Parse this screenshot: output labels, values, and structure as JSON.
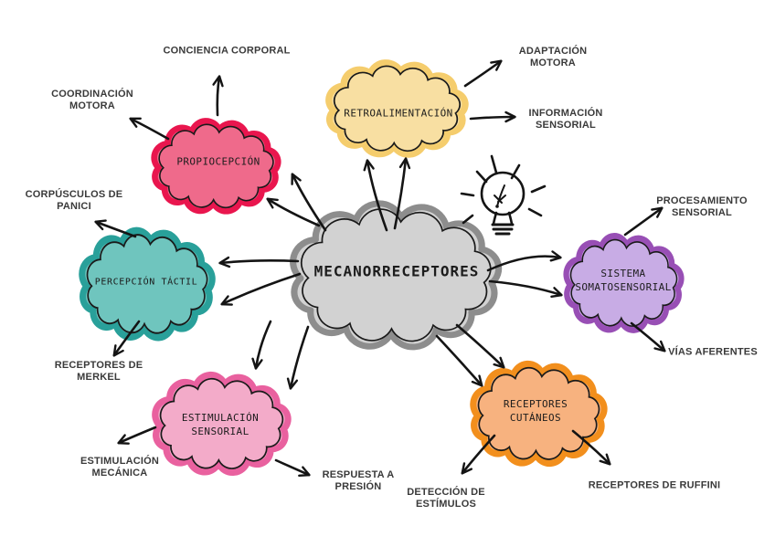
{
  "canvas": {
    "background": "#ffffff",
    "ink": "#141414"
  },
  "center": {
    "label": "MECANORRECEPTORES",
    "fill": "#d2d2d2",
    "border": "#8d8d8d"
  },
  "branches": [
    {
      "name": "retroalimentacion",
      "line1": "RETROALIMENTACIÓN",
      "line2": "",
      "fill": "#f8dfa2",
      "border": "#f5cd6d"
    },
    {
      "name": "propiocepcion",
      "line1": "PROPIOCEPCIÓN",
      "line2": "",
      "fill": "#ef6a8b",
      "border": "#e9164e"
    },
    {
      "name": "percepcion-tactil",
      "line1": "PERCEPCIÓN TÁCTIL",
      "line2": "",
      "fill": "#6fc5be",
      "border": "#29a09a"
    },
    {
      "name": "estimulacion-sensorial",
      "line1": "ESTIMULACIÓN",
      "line2": "SENSORIAL",
      "fill": "#f3abc9",
      "border": "#e9619f"
    },
    {
      "name": "sistema-somatosensorial",
      "line1": "SISTEMA",
      "line2": "SOMATOSENSORIAL",
      "fill": "#c8ace5",
      "border": "#984fb5"
    },
    {
      "name": "receptores-cutaneos",
      "line1": "RECEPTORES",
      "line2": "CUTÁNEOS",
      "fill": "#f7b27f",
      "border": "#f28f1d"
    }
  ],
  "leaves": [
    {
      "name": "adaptacion-motora",
      "line1": "ADAPTACIÓN",
      "line2": "MOTORA"
    },
    {
      "name": "informacion-sensorial",
      "line1": "INFORMACIÓN",
      "line2": "SENSORIAL"
    },
    {
      "name": "conciencia-corporal",
      "line1": "CONCIENCIA CORPORAL",
      "line2": ""
    },
    {
      "name": "coordinacion-motora",
      "line1": "COORDINACIÓN",
      "line2": "MOTORA"
    },
    {
      "name": "corpusculos-de-panici",
      "line1": "CORPÚSCULOS DE",
      "line2": "PANICI"
    },
    {
      "name": "receptores-de-merkel",
      "line1": "RECEPTORES DE",
      "line2": "MERKEL"
    },
    {
      "name": "estimulacion-mecanica",
      "line1": "ESTIMULACIÓN",
      "line2": "MECÁNICA"
    },
    {
      "name": "respuesta-a-presion",
      "line1": "RESPUESTA A",
      "line2": "PRESIÓN"
    },
    {
      "name": "deteccion-de-estimulos",
      "line1": "DETECCIÓN DE",
      "line2": "ESTÍMULOS"
    },
    {
      "name": "receptores-de-ruffini",
      "line1": "RECEPTORES DE RUFFINI",
      "line2": ""
    },
    {
      "name": "procesamiento-sensorial",
      "line1": "PROCESAMIENTO",
      "line2": "SENSORIAL"
    },
    {
      "name": "vias-aferentes",
      "line1": "VÍAS AFERENTES",
      "line2": ""
    }
  ],
  "icons": {
    "lightbulb": "lightbulb-icon"
  }
}
